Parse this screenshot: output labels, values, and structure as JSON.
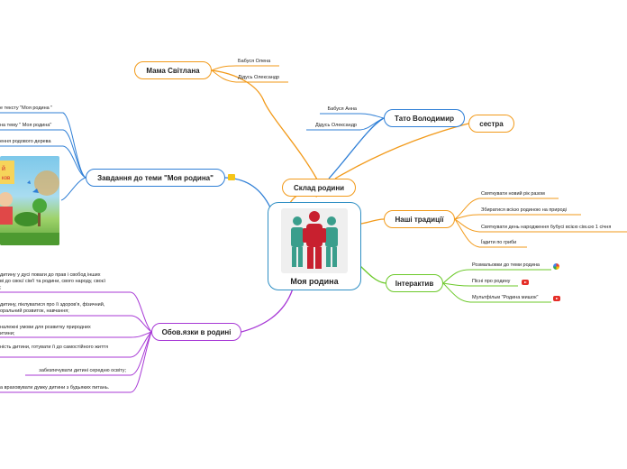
{
  "central": {
    "title": "Моя родина"
  },
  "topics": {
    "sklad": "Склад родини",
    "mama": "Мама  Світлана",
    "tato": "Тато Володимир",
    "sestra": "сестра",
    "zavdannia": "Завдання до теми \"Моя родина\"",
    "tradytsii": "Наші традиції",
    "interaktyv": "Інтерактив",
    "oboviazky": "Обов.язки в родині"
  },
  "mama_items": [
    "Бабуся Олена",
    "Дідусь Олександр"
  ],
  "tato_items": [
    "Бабуся Анна",
    "Дідусь Олександр"
  ],
  "zavdannia_items": [
    "е тексту \"Моя родина \"",
    "на тему \" Моя родина\"",
    "ення родового дерева"
  ],
  "tradytsii_items": [
    "Святкувати новий рік разом",
    "Збиратися всією родиною на природі",
    "Святкувати день народження бубусі  всією сім.єю 1 січня",
    "Їздити по гриби"
  ],
  "interaktyv_items": [
    "Розмальовки до теми родина",
    "Пісні про родину",
    "Мультфільм  \"Родина мишок\""
  ],
  "oboviazky_items": [
    "дитину у дусі поваги до прав і свобод інших\nві до своєї сім'ї та родини, свого народу, своєї\n;",
    "дитину, піклуватися про її здоров'я, фізичний,\nоральний розвиток, навчання;",
    "належні умови для розвитку природних\nитини;",
    "ність дитини, готувати її до самостійного життя",
    "забезпечувати дитині середню освіту;",
    "а враховувати думку дитини з будьяких питань."
  ],
  "colors": {
    "sklad": "#f29a1a",
    "zavdannia": "#2f7fd6",
    "tradytsii": "#f29a1a",
    "interaktyv": "#6cc92a",
    "oboviazky": "#a83ad6",
    "central": "#2f8fc4"
  }
}
